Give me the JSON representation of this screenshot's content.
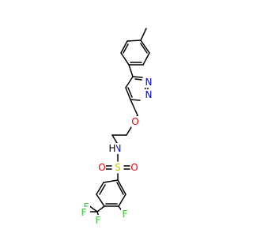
{
  "colors": {
    "background": "#ffffff",
    "bond": "#000000",
    "nitrogen": "#0000ff",
    "oxygen": "#ff0000",
    "sulfur": "#cccc00",
    "fluorine": "#33cc33",
    "hydrogen": "#000000"
  },
  "atoms": {
    "n_pyridazine_1": "N",
    "n_pyridazine_2": "N",
    "o_ether": "O",
    "n_sulfonamide": "N",
    "h_sulfonamide": "H",
    "s_sulfonyl": "S",
    "o_sulfonyl_1": "O",
    "o_sulfonyl_2": "O",
    "f_aryl": "F",
    "f_cf3_1": "F",
    "f_cf3_2": "F",
    "f_cf3_3": "F"
  }
}
